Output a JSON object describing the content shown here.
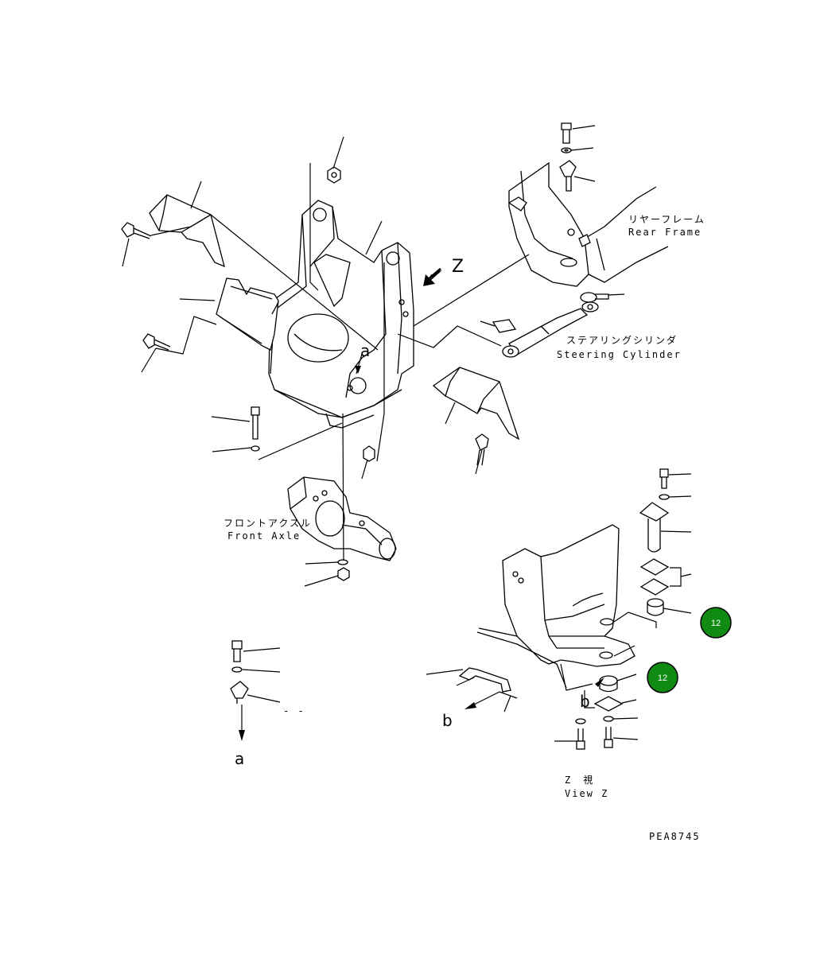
{
  "labels": {
    "rear_frame_jp": "リヤーフレーム",
    "rear_frame_en": "Rear Frame",
    "steering_cylinder_jp": "ステアリングシリンダ",
    "steering_cylinder_en": "Steering Cylinder",
    "front_axle_jp": "フロントアクスル",
    "front_axle_en": "Front Axle",
    "view_z_jp": "Z　視",
    "view_z_en": "View Z",
    "drawing_code": "PEA8745"
  },
  "markers": {
    "z": "Z",
    "a_top": "a",
    "a_bottom": "a",
    "b_left": "b",
    "b_right": "b",
    "dash": "- -"
  },
  "callouts": [
    {
      "id": "callout-1",
      "number": "12",
      "color": "#0f8a13"
    },
    {
      "id": "callout-2",
      "number": "12",
      "color": "#0f8a13"
    }
  ]
}
